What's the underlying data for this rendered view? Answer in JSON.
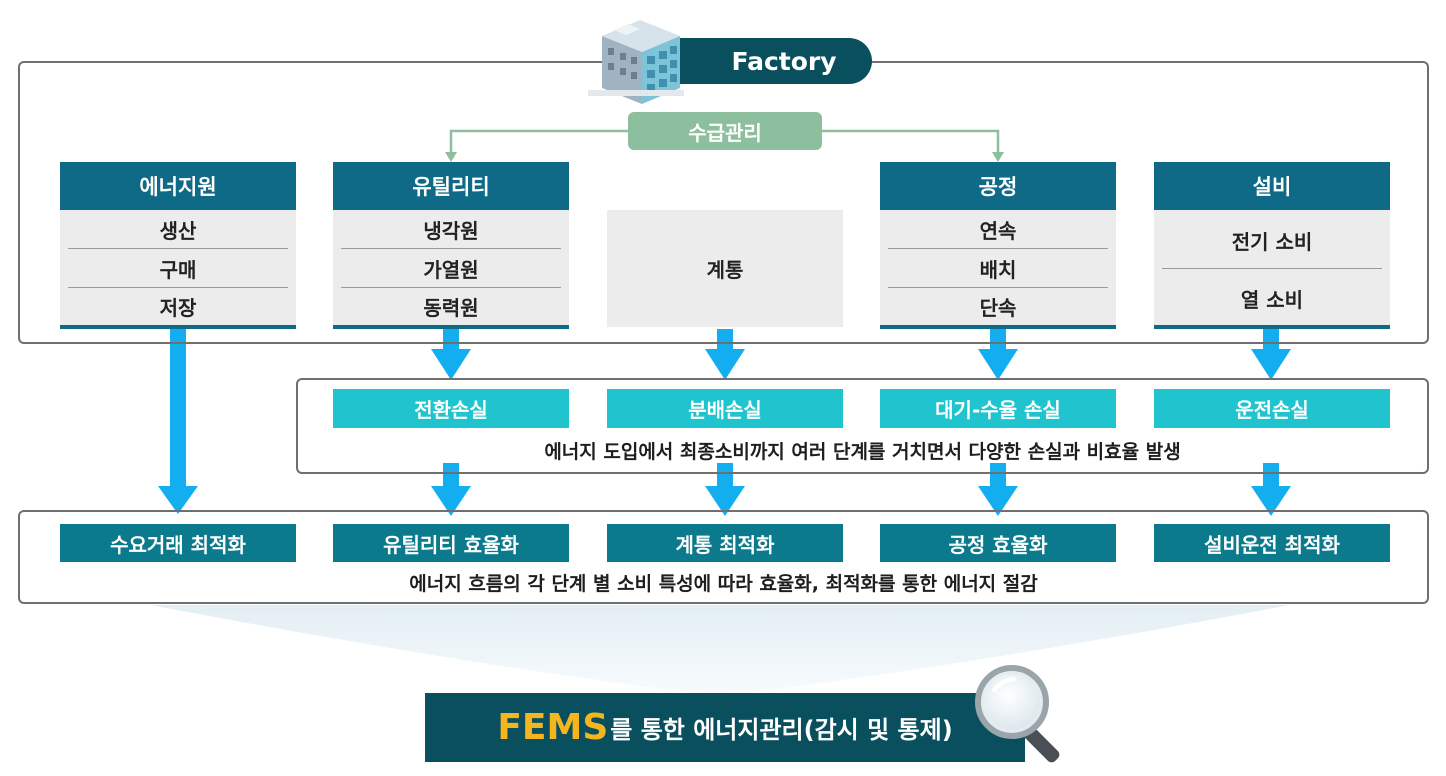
{
  "factory": {
    "label": "Factory",
    "icon": "factory-building-icon"
  },
  "supply_label": "수급관리",
  "columns": [
    {
      "id": "energy-source",
      "title": "에너지원",
      "items": [
        "생산",
        "구매",
        "저장"
      ]
    },
    {
      "id": "utility",
      "title": "유틸리티",
      "items": [
        "냉각원",
        "가열원",
        "동력원"
      ]
    },
    {
      "id": "grid",
      "title": "",
      "items": [
        "계통"
      ]
    },
    {
      "id": "process",
      "title": "공정",
      "items": [
        "연속",
        "배치",
        "단속"
      ]
    },
    {
      "id": "equipment",
      "title": "설비",
      "items": [
        "전기 소비",
        "열 소비"
      ]
    }
  ],
  "losses": [
    "전환손실",
    "분배손실",
    "대기-수율 손실",
    "운전손실"
  ],
  "loss_caption": "에너지 도입에서 최종소비까지 여러 단계를 거치면서 다양한 손실과 비효율 발생",
  "optimizations": [
    "수요거래 최적화",
    "유틸리티 효율화",
    "계통 최적화",
    "공정 효율화",
    "설비운전 최적화"
  ],
  "opt_caption": "에너지 흐름의 각 단계 별 소비 특성에 따라 효율화, 최적화를 통한 에너지 절감",
  "fems": {
    "highlight": "FEMS",
    "rest": "를 통한 에너지관리(감시 및 통제)",
    "icon": "magnifier-icon"
  },
  "colors": {
    "header": "#0e6a86",
    "loss": "#1fc4cf",
    "optimization": "#0b7a8c",
    "arrow": "#12aef0",
    "supply": "#8dbf9e",
    "dark": "#0a4f5e",
    "fems_highlight": "#f5b51e"
  }
}
